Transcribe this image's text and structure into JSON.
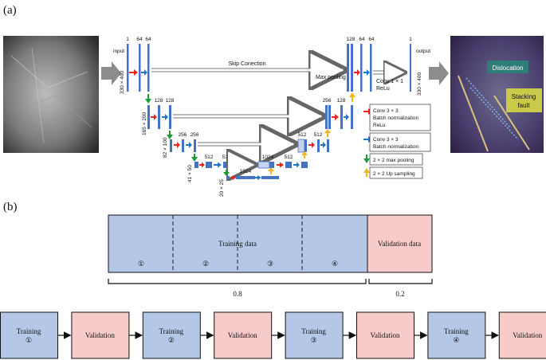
{
  "panel_a": {
    "label": "(a)",
    "input_label": "input",
    "output_label": "output",
    "input_size": "330 × 400",
    "output_size": "330 × 400",
    "skip_label": "Skip Conection",
    "maxpool_label": "Max pooling",
    "conv1x1_label_1": "Conv 1 × 1",
    "conv1x1_label_2": "ReLu",
    "level_sizes": [
      "165 × 200",
      "82 × 100",
      "41 × 50",
      "20 × 25"
    ],
    "channels": {
      "in_1": "1",
      "in_64a": "64",
      "in_64b": "64",
      "l1_128a": "128",
      "l1_128b": "128",
      "l2_256a": "256",
      "l2_256b": "256",
      "l3_512a": "512",
      "l3_512b": "512",
      "bot_1024a": "1024",
      "bot_1024b": "1024",
      "u3_512a": "512",
      "u3_512b": "512",
      "u2_256": "256",
      "u2_128": "128",
      "u1_128": "128",
      "u1_64a": "64",
      "u1_64b": "64",
      "out_1": "1"
    },
    "legend": {
      "conv_relu_1": "Conv 3 × 3",
      "conv_relu_2": "Batch normalization",
      "conv_relu_3": "ReLu",
      "conv_bn_1": "Conv 3 × 3",
      "conv_bn_2": "Batch normalization",
      "maxpool": "2 × 2 max pooling",
      "upsample": "2 × 2 Up sampling"
    },
    "result_labels": {
      "dislocation": "Dislocation",
      "stacking_1": "Stacking",
      "stacking_2": "fault"
    }
  },
  "panel_b": {
    "label": "(b)",
    "training_data": "Training data",
    "validation_data": "Validation data",
    "folds": [
      "①",
      "②",
      "③",
      "④"
    ],
    "ratio_train": "0.8",
    "ratio_val": "0.2",
    "sequence": [
      {
        "title": "Training",
        "fold": "①",
        "type": "train"
      },
      {
        "title": "Validation",
        "fold": "",
        "type": "val"
      },
      {
        "title": "Training",
        "fold": "②",
        "type": "train"
      },
      {
        "title": "Validation",
        "fold": "",
        "type": "val"
      },
      {
        "title": "Training",
        "fold": "③",
        "type": "train"
      },
      {
        "title": "Validation",
        "fold": "",
        "type": "val"
      },
      {
        "title": "Training",
        "fold": "④",
        "type": "train"
      },
      {
        "title": "Validation",
        "fold": "",
        "type": "val"
      }
    ]
  },
  "colors": {
    "train_fill": "#b4c7e7",
    "val_fill": "#f8cbcb",
    "feature_map": "#4472c4",
    "arrow_red": "#e8251f",
    "arrow_blue": "#1f77c8",
    "arrow_green": "#1a9c3a",
    "arrow_yellow": "#f5b41a"
  }
}
